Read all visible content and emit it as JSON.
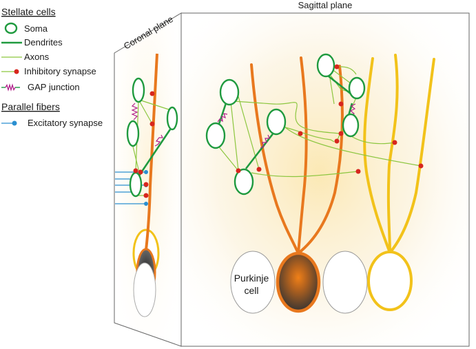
{
  "legend": {
    "stellate_heading": "Stellate cells",
    "items": [
      {
        "label": "Soma",
        "symbol": "soma-ellipse",
        "color": "#1f9a3f"
      },
      {
        "label": "Dendrites",
        "symbol": "thick-line",
        "color": "#1f9a3f"
      },
      {
        "label": "Axons",
        "symbol": "thin-line",
        "color": "#8cc63f"
      },
      {
        "label": "Inhibitory synapse",
        "symbol": "red-dot-on-line",
        "color": "#d7261e"
      },
      {
        "label": "GAP junction",
        "symbol": "zigzag",
        "color": "#b0208a"
      }
    ],
    "parallel_heading": "Parallel fibers",
    "parallel_items": [
      {
        "label": "Excitatory synapse",
        "symbol": "blue-dot-on-line",
        "color": "#2a8fd0"
      }
    ]
  },
  "panels": {
    "sagittal_title": "Sagittal plane",
    "coronal_title": "Coronal plane"
  },
  "purkinje_label_line1": "Purkinje",
  "purkinje_label_line2": "cell",
  "colors": {
    "soma": "#1f9a3f",
    "axon": "#8cc63f",
    "inhibitory": "#d7261e",
    "gap": "#b0208a",
    "excitatory": "#2a8fd0",
    "purkinje_dendrite": "#e8781e",
    "purkinje_yellow": "#f2c21a",
    "panel_glow": "#fbe7b0"
  }
}
